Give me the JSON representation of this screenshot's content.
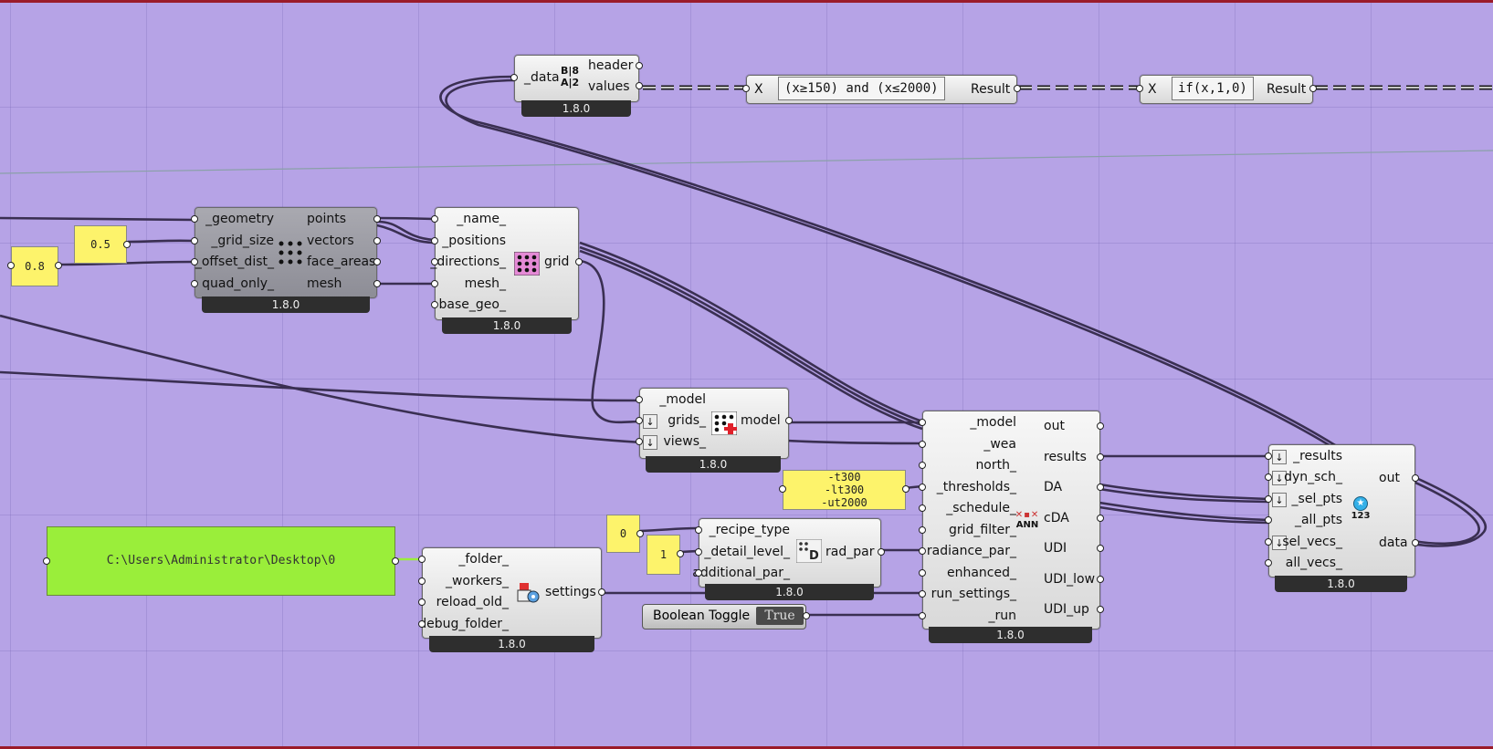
{
  "colors": {
    "canvas": "#b6a3e6",
    "wire": "#3a2f52",
    "panel_yellow": "#fdf36b",
    "panel_green": "#9aee3a",
    "frame": "#9b1b2a"
  },
  "dataheaders": {
    "input": "_data",
    "outputs": [
      "header",
      "values"
    ],
    "icon_text": [
      "B",
      "8",
      "A",
      "2"
    ],
    "version": "1.8.0"
  },
  "expr1": {
    "input": "X",
    "expression": "(x≥150) and (x≤2000)",
    "output": "Result"
  },
  "expr2": {
    "input": "X",
    "expression": "if(x,1,0)",
    "output": "Result"
  },
  "gen_grid": {
    "inputs": [
      "_geometry",
      "_grid_size",
      "_offset_dist_",
      "quad_only_"
    ],
    "outputs": [
      "points",
      "vectors",
      "face_areas",
      "mesh"
    ],
    "version": "1.8.0"
  },
  "panel_grid_size": "0.5",
  "panel_offset": "0.8",
  "sensor_grid": {
    "inputs": [
      "_name_",
      "_positions",
      "_directions_",
      "mesh_",
      "base_geo_"
    ],
    "output": "grid",
    "version": "1.8.0"
  },
  "model": {
    "inputs": [
      "_model",
      "grids_",
      "views_"
    ],
    "output": "model",
    "version": "1.8.0"
  },
  "annual": {
    "inputs": [
      "_model",
      "_wea",
      "north_",
      "_thresholds_",
      "_schedule_",
      "grid_filter_",
      "radiance_par_",
      "enhanced_",
      "run_settings_",
      "_run"
    ],
    "outputs": [
      "out",
      "results",
      "DA",
      "cDA",
      "UDI",
      "UDI_low",
      "UDI_up"
    ],
    "icon_text": "ANN",
    "version": "1.8.0"
  },
  "thresholds_panel": [
    "-t300",
    "-lt300",
    "-ut2000"
  ],
  "folder_panel": "C:\\Users\\Administrator\\Desktop\\0",
  "settings": {
    "inputs": [
      "_folder_",
      "_workers_",
      "reload_old_",
      "debug_folder_"
    ],
    "output": "settings",
    "version": "1.8.0"
  },
  "panel_recipe": "0",
  "panel_detail": "1",
  "rad_par": {
    "inputs": [
      "_recipe_type",
      "_detail_level_",
      "additional_par_"
    ],
    "output": "rad_par",
    "version": "1.8.0"
  },
  "toggle": {
    "label": "Boolean Toggle",
    "value": "True"
  },
  "results_node": {
    "inputs": [
      "_results",
      "dyn_sch_",
      "_sel_pts",
      "_all_pts",
      "sel_vecs_",
      "all_vecs_"
    ],
    "outputs": [
      "out",
      "data"
    ],
    "icon_text": "123",
    "version": "1.8.0"
  }
}
